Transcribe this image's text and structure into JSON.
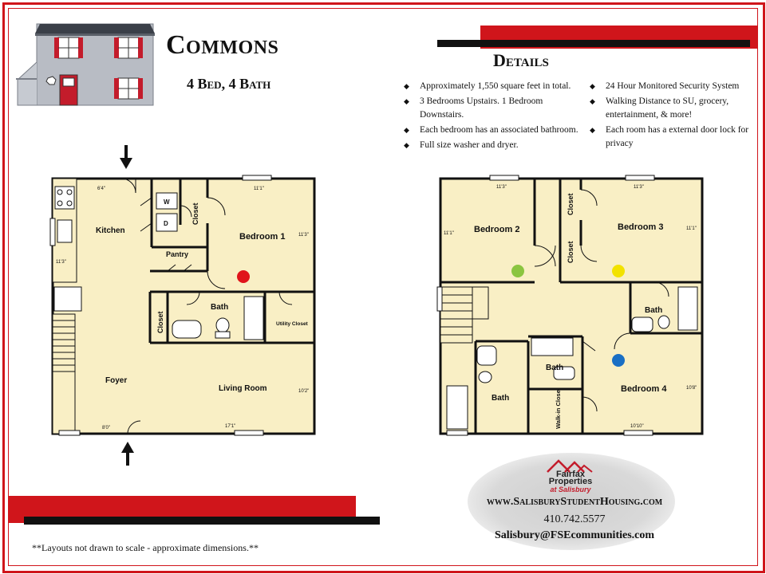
{
  "header": {
    "title": "Commons",
    "subtitle": "4 Bed, 4 Bath"
  },
  "details": {
    "title": "Details",
    "left": [
      "Approximately 1,550 square feet in total.",
      "3 Bedrooms Upstairs. 1 Bedroom Downstairs.",
      "Each bedroom has an associated bathroom.",
      "Full size washer and dryer."
    ],
    "right": [
      "24 Hour Monitored Security System",
      "Walking Distance to SU, grocery, entertainment, & more!",
      "Each room has a external door lock for privacy"
    ]
  },
  "floor1": {
    "kitchen": "Kitchen",
    "pantry": "Pantry",
    "closet_a": "Closet",
    "closet_b": "Closet",
    "bedroom1": "Bedroom 1",
    "bath": "Bath",
    "utility": "Utility Closet",
    "foyer": "Foyer",
    "living": "Living Room",
    "washer": "W",
    "dryer": "D",
    "dims": {
      "d1": "6'4\"",
      "d2": "11'1\"",
      "d3": "11'3\"",
      "d4": "11'3\"",
      "d5": "10'2\"",
      "d6": "8'0\"",
      "d7": "17'1\""
    }
  },
  "floor2": {
    "bedroom2": "Bedroom 2",
    "bedroom3": "Bedroom 3",
    "bedroom4": "Bedroom 4",
    "closet_a": "Closet",
    "closet_b": "Closet",
    "bath_a": "Bath",
    "bath_b": "Bath",
    "bath_c": "Bath",
    "walkin": "Walk-in Closet",
    "dims": {
      "d1": "11'3\"",
      "d2": "11'3\"",
      "d3": "11'1\"",
      "d4": "11'1\"",
      "d5": "10'8\"",
      "d6": "10'10\""
    }
  },
  "contact": {
    "logo_line1": "Fairfax",
    "logo_line2": "Properties",
    "logo_line3": "at Salisbury",
    "website": "www.SalisburyStudentHousing.com",
    "phone": "410.742.5577",
    "email": "Salisbury@FSEcommunities.com"
  },
  "footer": {
    "note": "**Layouts not drawn to scale - approximate dimensions.**"
  },
  "colors": {
    "accent": "#d0151b",
    "floor_fill": "#f9efc5",
    "dot_red": "#e0141a",
    "dot_green": "#8bc540",
    "dot_yellow": "#f2e200",
    "dot_blue": "#1a6fc4"
  }
}
